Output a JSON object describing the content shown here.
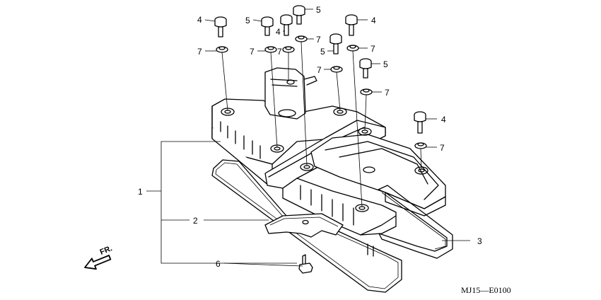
{
  "diagram": {
    "code": "MJ15—E0100",
    "direction_label": "FR.",
    "callouts": [
      {
        "id": "c1",
        "text": "1"
      },
      {
        "id": "c2",
        "text": "2"
      },
      {
        "id": "c3",
        "text": "3"
      },
      {
        "id": "c6",
        "text": "6"
      },
      {
        "id": "b4a",
        "text": "4"
      },
      {
        "id": "b5a",
        "text": "5"
      },
      {
        "id": "b4b",
        "text": "4"
      },
      {
        "id": "b5b",
        "text": "5"
      },
      {
        "id": "b4c",
        "text": "4"
      },
      {
        "id": "b5c",
        "text": "5"
      },
      {
        "id": "b5d",
        "text": "5"
      },
      {
        "id": "b4d",
        "text": "4"
      },
      {
        "id": "w7a",
        "text": "7"
      },
      {
        "id": "w7b",
        "text": "7"
      },
      {
        "id": "w7c",
        "text": "7"
      },
      {
        "id": "w7d",
        "text": "7"
      },
      {
        "id": "w7e",
        "text": "7"
      },
      {
        "id": "w7f",
        "text": "7"
      },
      {
        "id": "w7g",
        "text": "7"
      },
      {
        "id": "w7h",
        "text": "7"
      }
    ]
  }
}
